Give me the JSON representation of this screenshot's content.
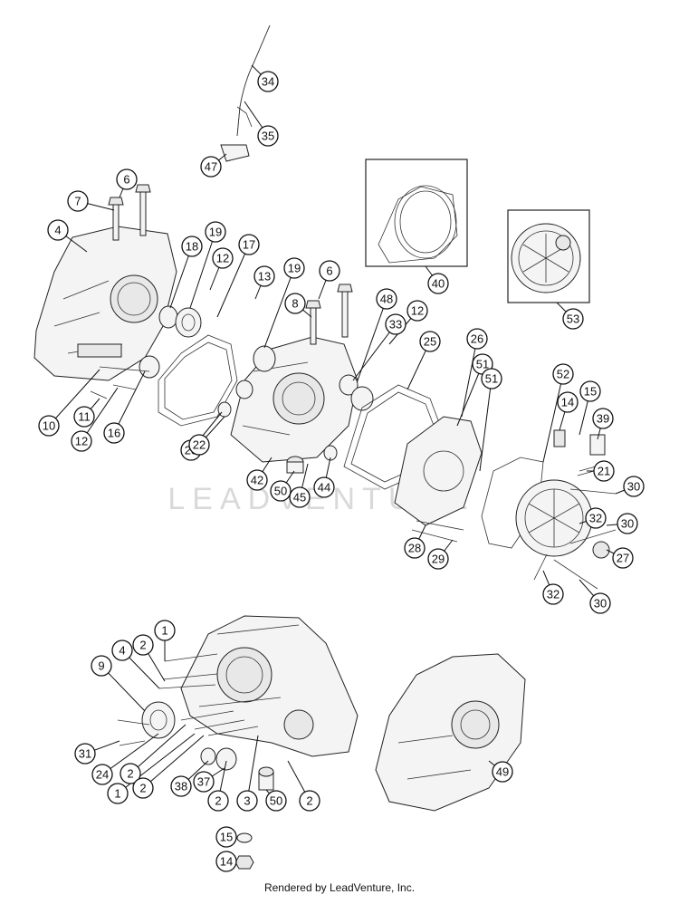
{
  "watermark": "LEADVENTURE",
  "footer": "Rendered by LeadVenture, Inc.",
  "callout_labels": [
    "34",
    "35",
    "47",
    "6",
    "7",
    "4",
    "18",
    "19",
    "17",
    "12",
    "13",
    "19",
    "6",
    "8",
    "48",
    "33",
    "12",
    "25",
    "26",
    "51",
    "51",
    "52",
    "14",
    "15",
    "39",
    "21",
    "30",
    "30",
    "32",
    "27",
    "30",
    "32",
    "28",
    "29",
    "40",
    "53",
    "10",
    "11",
    "12",
    "16",
    "23",
    "22",
    "42",
    "50",
    "45",
    "44",
    "1",
    "2",
    "4",
    "9",
    "31",
    "24",
    "2",
    "1",
    "2",
    "38",
    "37",
    "2",
    "3",
    "50",
    "2",
    "49",
    "15",
    "14"
  ]
}
